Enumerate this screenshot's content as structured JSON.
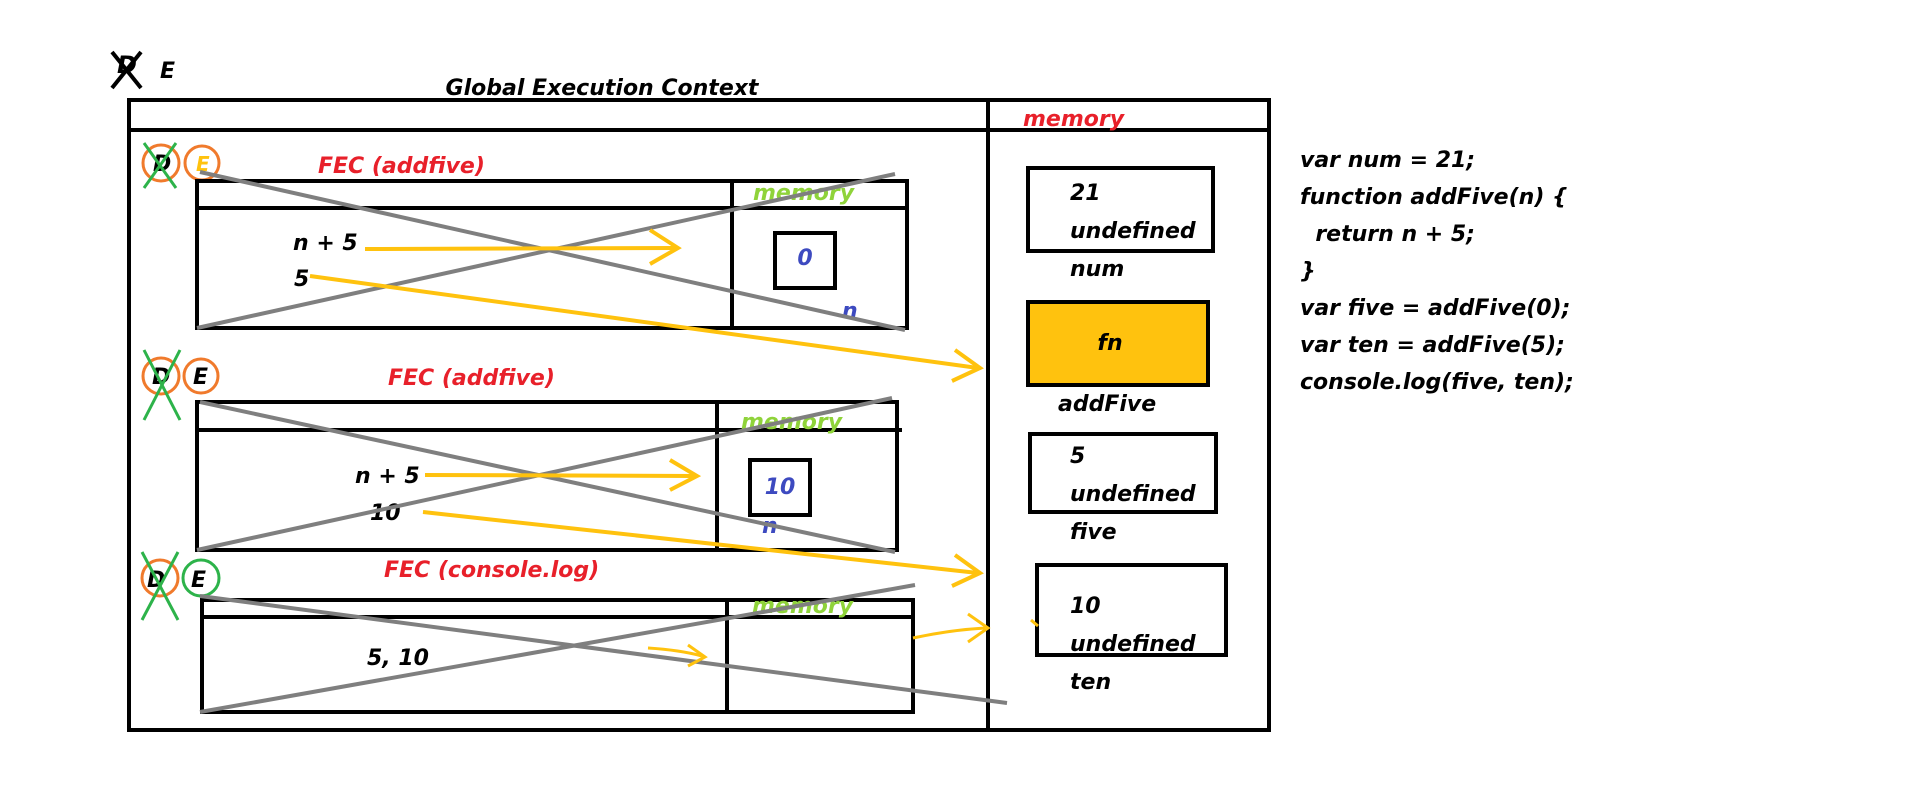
{
  "top_marker": {
    "struck": "D",
    "letter": "E"
  },
  "global": {
    "title": "Global Execution Context",
    "memory_label": "memory",
    "memory": [
      {
        "values": [
          "21",
          "undefined"
        ],
        "name": "num"
      },
      {
        "values": [
          "fn"
        ],
        "name": "addFive"
      },
      {
        "values": [
          "5",
          "undefined"
        ],
        "name": "five"
      },
      {
        "values": [
          "10",
          "undefined"
        ],
        "name": "ten"
      }
    ]
  },
  "fecs": [
    {
      "title": "FEC (addfive)",
      "memory_label": "memory",
      "code": [
        "n + 5",
        "5"
      ],
      "mem_value": "0",
      "mem_name": "n",
      "marker_struck": "D",
      "marker_letter": "E"
    },
    {
      "title": "FEC (addfive)",
      "memory_label": "memory",
      "code": [
        "n + 5",
        "10"
      ],
      "mem_value": "10",
      "mem_name": "n",
      "marker_struck": "D",
      "marker_letter": "E"
    },
    {
      "title": "FEC (console.log)",
      "memory_label": "memory",
      "code": [
        "5, 10"
      ],
      "mem_value": "",
      "mem_name": "",
      "marker_struck": "D",
      "marker_letter": "E"
    }
  ],
  "code": [
    "var num = 21;",
    "function addFive(n) {",
    "  return n + 5;",
    "}",
    "var five = addFive(0);",
    "var ten = addFive(5);",
    "console.log(five, ten);"
  ],
  "colors": {
    "red": "#e8202a",
    "green_memory": "#8fd33a",
    "blue": "#3d4ac0",
    "yellow": "#ffc20e",
    "gray": "#7f7f7f",
    "orange": "#f07a2c",
    "green": "#2db34a"
  }
}
